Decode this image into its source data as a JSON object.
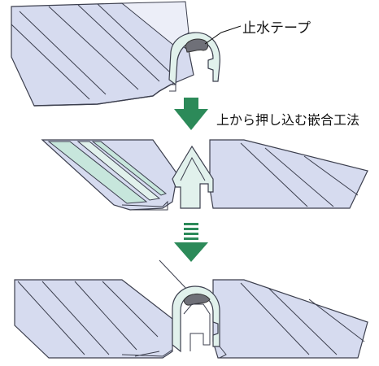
{
  "labels": {
    "tape": "止水テープ",
    "method": "上から押し込む嵌合工法"
  },
  "colors": {
    "panel_top": "#eceef8",
    "panel_face": "#d6dbef",
    "panel_stroke": "#3c3f4e",
    "seam_fill": "#e1f1ec",
    "seam_shade": "#c7e6dc",
    "tape_fill": "#6f7078",
    "arrow_green": "#2c8a59"
  },
  "figures": [
    {
      "name": "step-1-before",
      "icon": "seam-profile-with-tape"
    },
    {
      "name": "step-2-pressing",
      "icon": "seam-profile-open"
    },
    {
      "name": "step-3-joined",
      "icon": "seam-profile-closed"
    }
  ],
  "arrows": [
    {
      "name": "down-arrow-solid-icon",
      "icon": "arrow-down"
    },
    {
      "name": "down-arrow-striped-icon",
      "icon": "arrow-down-striped"
    }
  ]
}
